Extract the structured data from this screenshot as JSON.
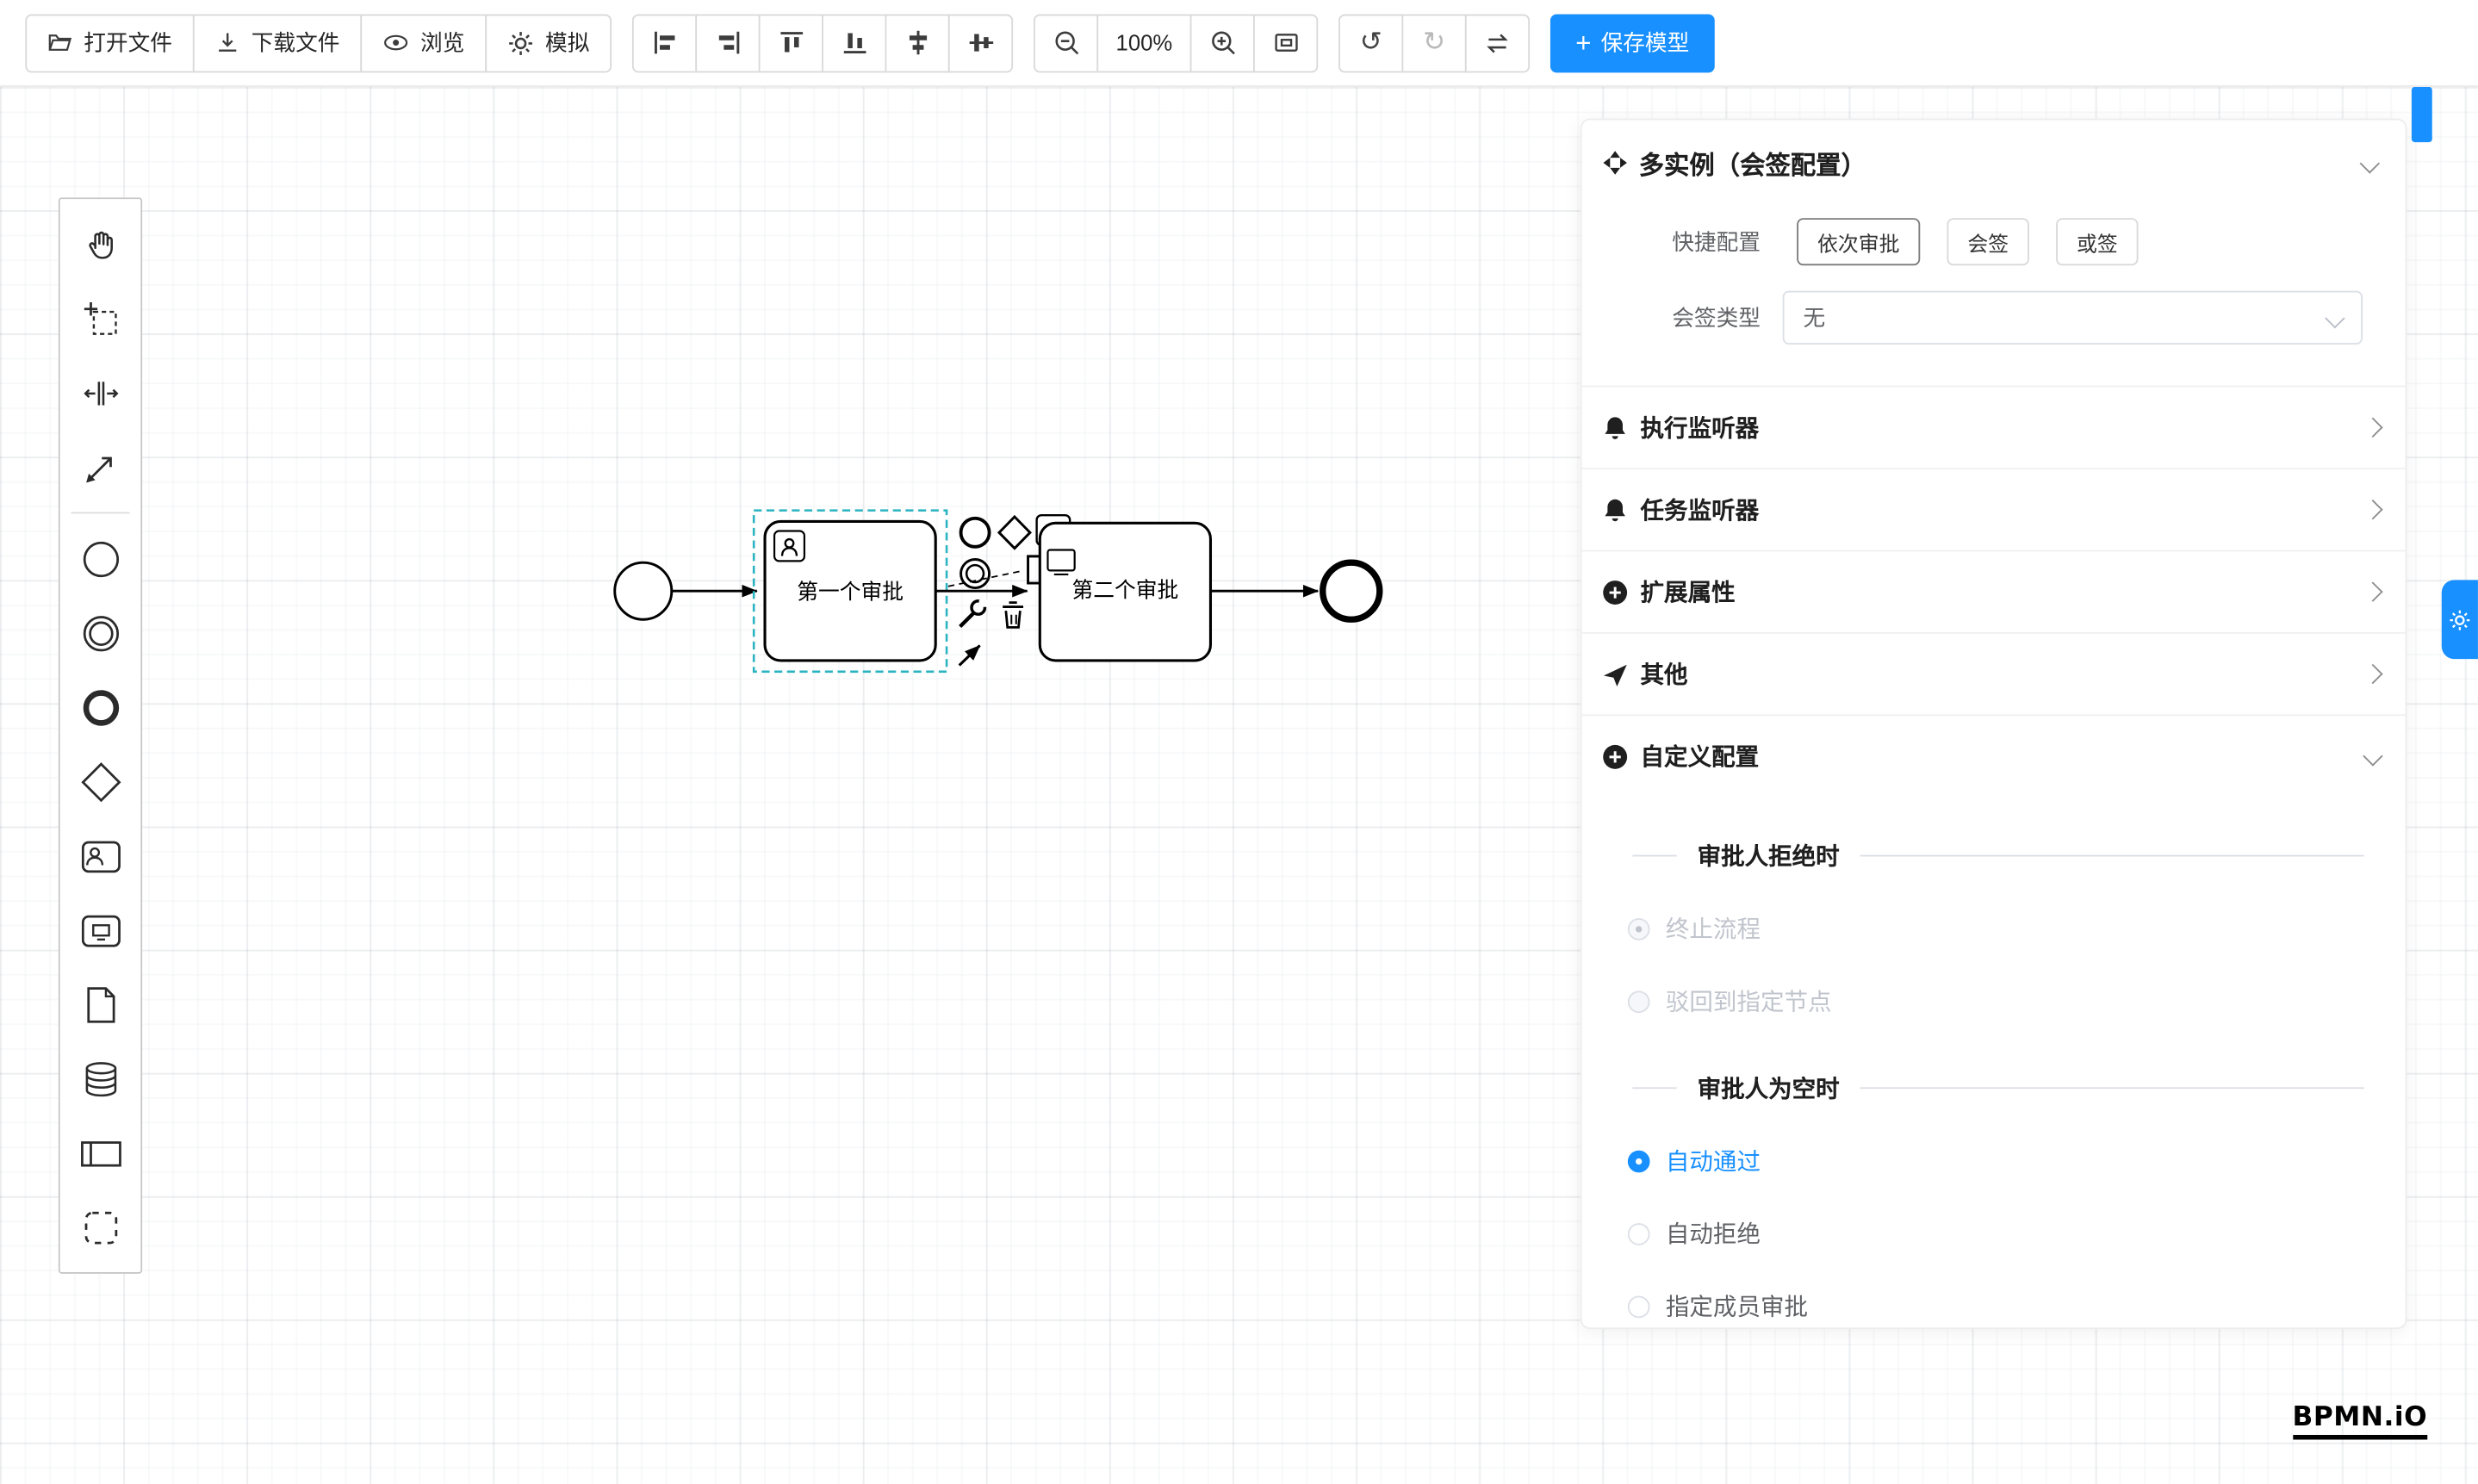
{
  "toolbar": {
    "open_file": "打开文件",
    "download_file": "下载文件",
    "preview": "浏览",
    "simulate": "模拟",
    "zoom_level": "100%",
    "save_model": "保存模型"
  },
  "icons": {
    "plus": "+",
    "undo": "↺",
    "redo": "↻"
  },
  "canvas": {
    "task1_label": "第一个审批",
    "task2_label": "第二个审批"
  },
  "panel": {
    "title": "多实例（会签配置）",
    "quick_config_label": "快捷配置",
    "quick_options": [
      "依次审批",
      "会签",
      "或签"
    ],
    "sign_type_label": "会签类型",
    "sign_type_value": "无",
    "rows": {
      "execution_listener": "执行监听器",
      "task_listener": "任务监听器",
      "extended_properties": "扩展属性",
      "other": "其他",
      "custom_config": "自定义配置"
    },
    "reject": {
      "title": "审批人拒绝时",
      "opt1": "终止流程",
      "opt2": "驳回到指定节点"
    },
    "empty": {
      "title": "审批人为空时",
      "opt1": "自动通过",
      "opt2": "自动拒绝",
      "opt3": "指定成员审批"
    }
  },
  "logo": "BPMN.iO",
  "colors": {
    "accent": "#1890ff",
    "selection_outline": "#2ab3c0"
  }
}
